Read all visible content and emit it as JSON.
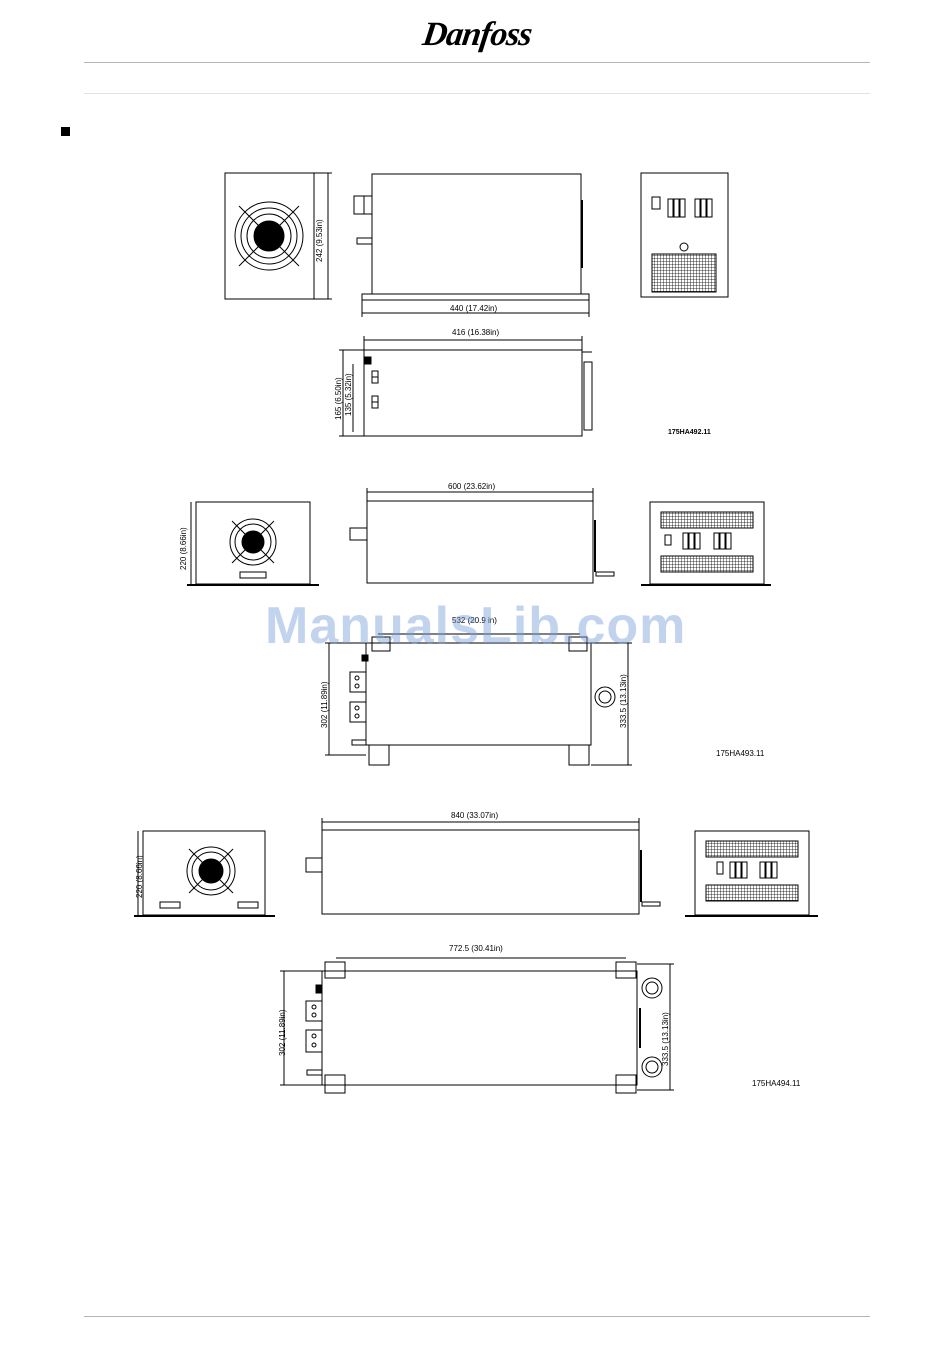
{
  "header": {
    "brand": "Danfoss"
  },
  "watermark": "ManualsLib.com",
  "drawing1": {
    "height_label": "242 (9.53in)",
    "width_label": "440 (17.42in)",
    "mount_width_label": "416 (16.38in)",
    "depth_label": "165 (6.50in)",
    "depth2_label": "135 (5.32in)",
    "ref": "175HA492.11"
  },
  "drawing2": {
    "height_label": "220 (8.66in)",
    "width_label": "600 (23.62in)",
    "mount_width_label": "532 (20.9 in)",
    "depth_label": "302 (11.89in)",
    "mount_depth_label": "333.5 (13.13in)",
    "ref": "175HA493.11"
  },
  "drawing3": {
    "height_label": "220 (8.66in)",
    "width_label": "840 (33.07in)",
    "mount_width_label": "772.5 (30.41in)",
    "depth_label": "302 (11.89in)",
    "mount_depth_label": "333.5 (13.13in)",
    "ref": "175HA494.11"
  }
}
